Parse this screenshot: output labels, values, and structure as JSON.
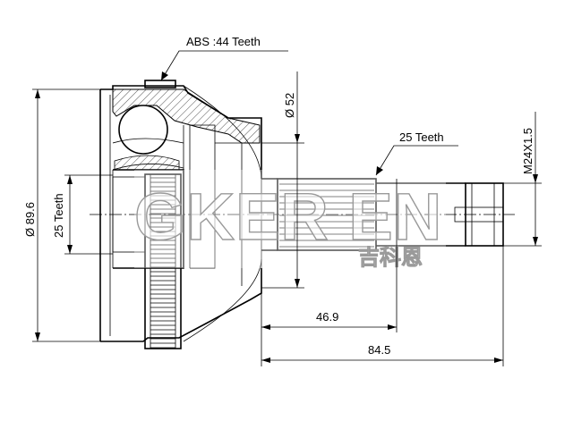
{
  "labels": {
    "abs_teeth": "ABS :44 Teeth",
    "outer_diameter": "Ø 89.6",
    "inner_spline_teeth": "25 Teeth",
    "seal_diameter": "Ø 52",
    "outer_spline_teeth": "25 Teeth",
    "thread": "M24X1.5",
    "length_short": "46.9",
    "length_total": "84.5"
  },
  "watermark": {
    "brand": "GKER EN",
    "chinese": "吉科恩"
  }
}
